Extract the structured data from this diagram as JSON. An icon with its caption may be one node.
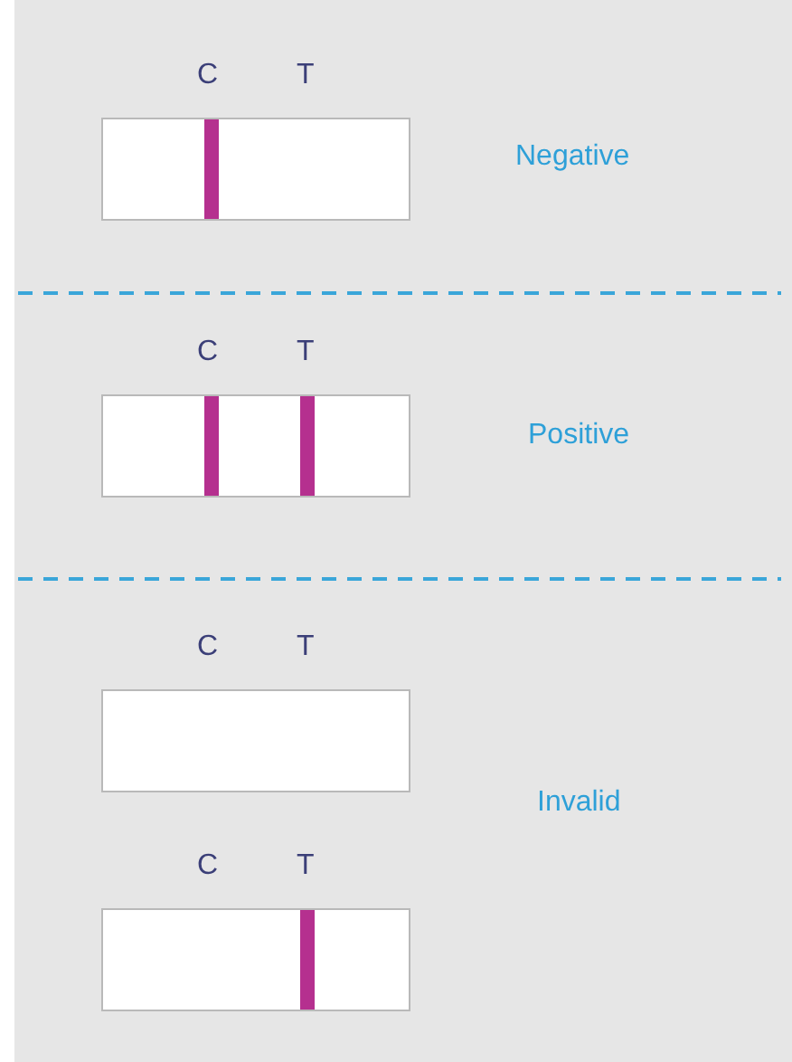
{
  "diagram": {
    "nodes": [
      {
        "text": [
          "C",
          "T"
        ]
      },
      {
        "text": [
          "C",
          "T"
        ]
      },
      {
        "text": [
          "C",
          "T"
        ]
      },
      {
        "text": [
          "C",
          "T"
        ]
      }
    ],
    "labels": [
      "Negative",
      "Positive",
      "Invalid"
    ]
  }
}
